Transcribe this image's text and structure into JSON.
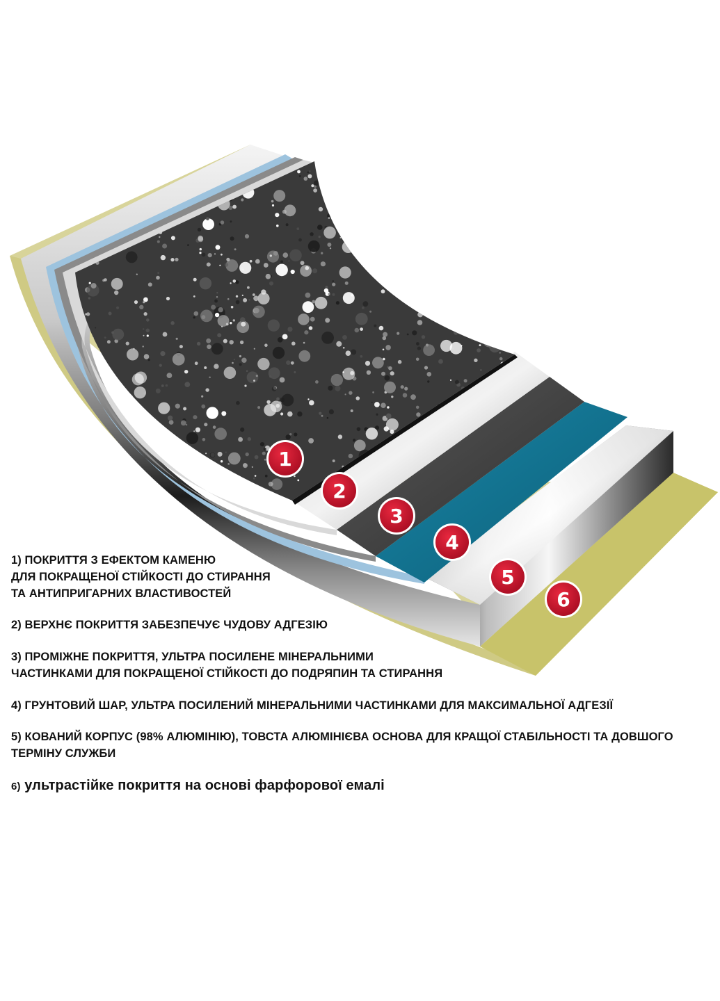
{
  "layers": [
    {
      "number": "1",
      "lines": [
        "1) ПОКРИТТЯ З ЕФЕКТОМ КАМЕНЮ",
        "ДЛЯ ПОКРАЩЕНОЇ СТІЙКОСТІ ДО СТИРАННЯ",
        "ТА АНТИПРИГАРНИХ ВЛАСТИВОСТЕЙ"
      ]
    },
    {
      "number": "2",
      "lines": [
        "2) ВЕРХНЄ ПОКРИТТЯ ЗАБЕЗПЕЧУЄ ЧУДОВУ  АДГЕЗІЮ"
      ]
    },
    {
      "number": "3",
      "lines": [
        "3) ПРОМІЖНЕ ПОКРИТТЯ, УЛЬТРА ПОСИЛЕНЕ МІНЕРАЛЬНИМИ",
        "ЧАСТИНКАМИ ДЛЯ ПОКРАЩЕНОЇ СТІЙКОСТІ ДО ПОДРЯПИН ТА СТИРАННЯ"
      ]
    },
    {
      "number": "4",
      "lines": [
        "4) ГРУНТОВИЙ ШАР, УЛЬТРА ПОСИЛЕНИЙ МІНЕРАЛЬНИМИ ЧАСТИНКАМИ ДЛЯ МАКСИМАЛЬНОЇ АДГЕЗІЇ"
      ]
    },
    {
      "number": "5",
      "lines": [
        "5) КОВАНИЙ КОРПУС (98% АЛЮМІНІЮ), ТОВСТА АЛЮМІНІЄВА ОСНОВА ДЛЯ КРАЩОЇ СТАБІЛЬНОСТІ ТА ДОВШОГО",
        "ТЕРМІНУ СЛУЖБИ"
      ]
    },
    {
      "number": "6",
      "prefix": "6)",
      "text": "ультрастійке покриття на основі фарфорової емалі"
    }
  ],
  "colors": {
    "badge_red": "#c8102e",
    "stone_base": "#3a3a3a",
    "teal_layer": "#0e6f8c",
    "dark_layer": "#3b3b3b",
    "enamel_yellow": "#c8c36a",
    "light_blue_edge": "#9dc3de"
  }
}
